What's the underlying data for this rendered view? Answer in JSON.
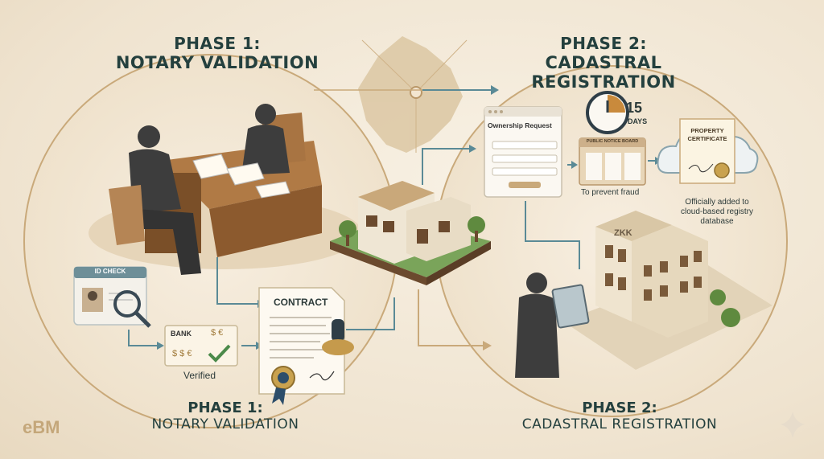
{
  "phase1": {
    "top_number": "PHASE 1:",
    "top_name": "NOTARY VALIDATION",
    "bottom_number": "PHASE 1:",
    "bottom_name": "NOTARY VALIDATION",
    "id_card_label": "ID CHECK",
    "bank_label": "BANK",
    "bank_currency": "$ €",
    "bank_currency2": "$ $ €",
    "verified_label": "Verified",
    "contract_label": "CONTRACT"
  },
  "phase2": {
    "top_number": "PHASE 2:",
    "top_name": "CADASTRAL REGISTRATION",
    "bottom_number": "PHASE 2:",
    "bottom_name": "CADASTRAL REGISTRATION",
    "form_title": "Ownership Request",
    "days_number": "15",
    "days_label": "DAYS",
    "notice_board_label": "PUBLIC NOTICE BOARD",
    "fraud_caption": "To prevent fraud",
    "certificate_title": "PROPERTY CERTIFICATE",
    "cloud_caption": "Officially added to cloud-based registry database",
    "building_sign": "ZKK"
  },
  "logo": {
    "text": "eBM"
  },
  "colors": {
    "accent": "#24403e",
    "arrow": "#5a8a96",
    "circle": "#c9a97a",
    "wood": "#b07a45"
  }
}
